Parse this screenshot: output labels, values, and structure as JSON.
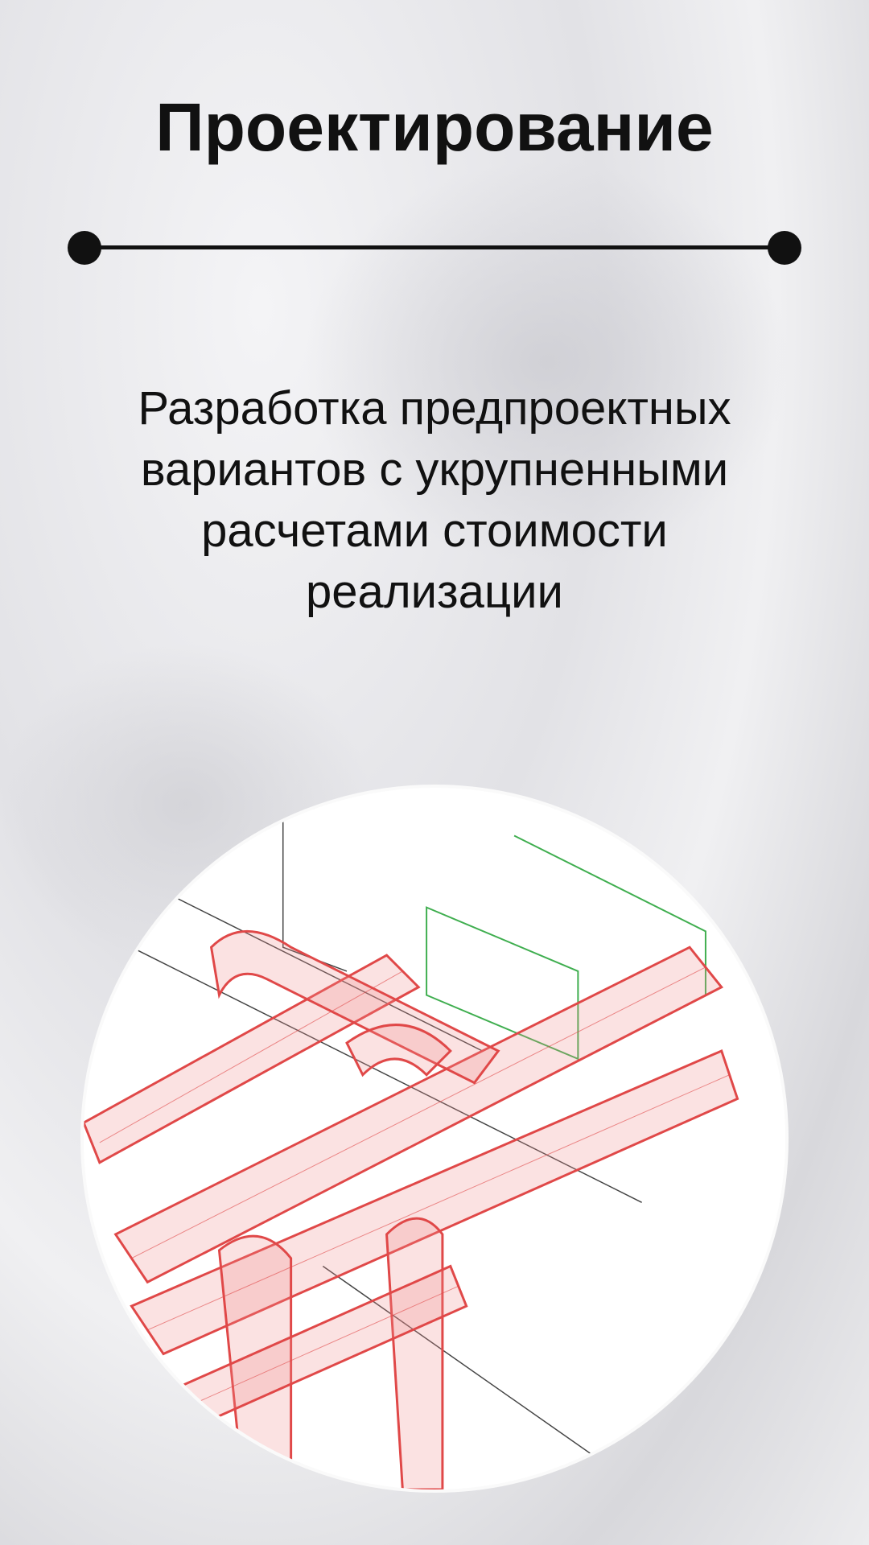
{
  "title": "Проектирование",
  "description_lines": [
    "Разработка предпроектных",
    "вариантов с укрупненными",
    "расчетами стоимости",
    "реализации"
  ],
  "colors": {
    "text": "#111111",
    "pipe": "#e04848",
    "green": "#3fae4f"
  }
}
